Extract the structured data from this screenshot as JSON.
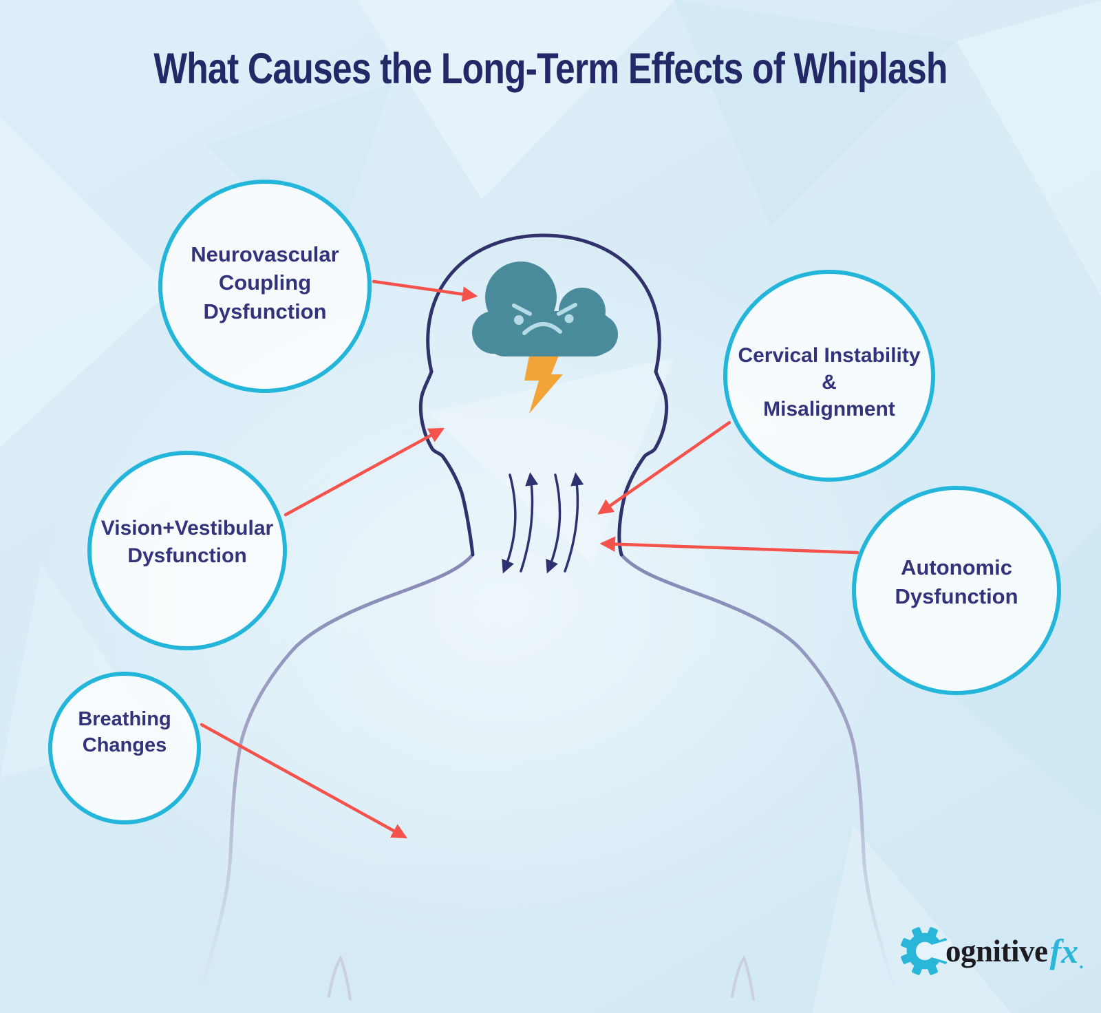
{
  "title": "What Causes the Long-Term Effects of Whiplash",
  "bubbles": {
    "neurovascular": {
      "lines": [
        "Neurovascular",
        "Coupling",
        "Dysfunction"
      ]
    },
    "vision": {
      "lines": [
        "Vision+Vestibular",
        "Dysfunction"
      ]
    },
    "breathing": {
      "lines": [
        "Breathing",
        "Changes"
      ]
    },
    "cervical": {
      "lines": [
        "Cervical Instability",
        "&",
        "Misalignment"
      ]
    },
    "autonomic": {
      "lines": [
        "Autonomic",
        "Dysfunction"
      ]
    }
  },
  "figure": {
    "icons": {
      "storm_cloud": "angry-storm-cloud-icon",
      "lightning": "lightning-bolt-icon",
      "neck_motion": "neck-motion-arrows-icon",
      "head_silhouette": "head-and-shoulders-outline"
    }
  },
  "logo": {
    "gear": "gear-c-icon",
    "wordmark": "ognitive",
    "suffix": "fx",
    "period": "."
  },
  "colors": {
    "accent_cyan": "#24b6da",
    "title_navy": "#232866",
    "label_navy": "#32337b",
    "outline_navy": "#31316b",
    "arrow_red": "#f5524c",
    "cloud_teal": "#498a9b",
    "cloud_face_blue": "#b5dbe6",
    "lightning_orange": "#f3a439",
    "shoulder_lavender": "#8487b3"
  }
}
